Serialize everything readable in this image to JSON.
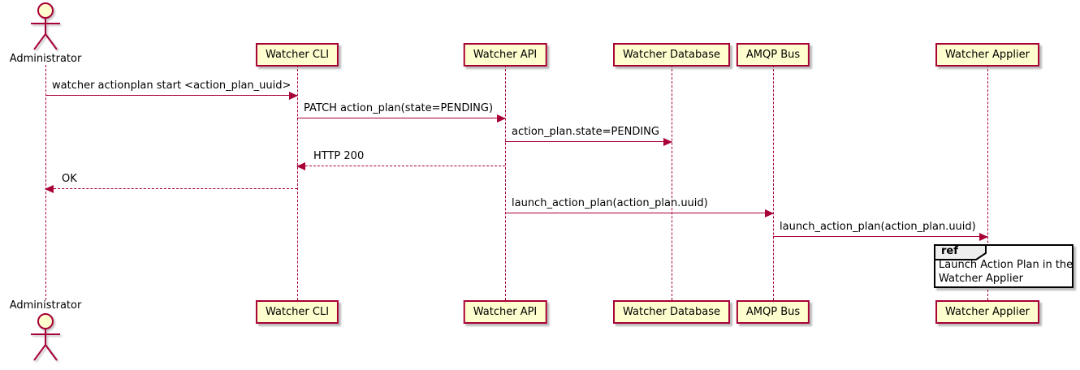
{
  "diagram": {
    "type": "sequence",
    "actor": {
      "name": "Administrator"
    },
    "participants": [
      {
        "name": "Watcher CLI"
      },
      {
        "name": "Watcher API"
      },
      {
        "name": "Watcher Database"
      },
      {
        "name": "AMQP Bus"
      },
      {
        "name": "Watcher Applier"
      }
    ],
    "messages": [
      {
        "label": "watcher actionplan start <action_plan_uuid>",
        "from": "Administrator",
        "to": "Watcher CLI",
        "line": "solid",
        "direction": "right"
      },
      {
        "label": "PATCH action_plan(state=PENDING)",
        "from": "Watcher CLI",
        "to": "Watcher API",
        "line": "solid",
        "direction": "right"
      },
      {
        "label": "action_plan.state=PENDING",
        "from": "Watcher API",
        "to": "Watcher Database",
        "line": "solid",
        "direction": "right"
      },
      {
        "label": "HTTP 200",
        "from": "Watcher API",
        "to": "Watcher CLI",
        "line": "dashed",
        "direction": "left"
      },
      {
        "label": "OK",
        "from": "Watcher CLI",
        "to": "Administrator",
        "line": "dashed",
        "direction": "left"
      },
      {
        "label": "launch_action_plan(action_plan.uuid)",
        "from": "Watcher API",
        "to": "AMQP Bus",
        "line": "solid",
        "direction": "right"
      },
      {
        "label": "launch_action_plan(action_plan.uuid)",
        "from": "AMQP Bus",
        "to": "Watcher Applier",
        "line": "solid",
        "direction": "right"
      }
    ],
    "ref_fragment": {
      "keyword": "ref",
      "lines": [
        "Launch Action Plan in the",
        "Watcher Applier"
      ],
      "over": "Watcher Applier"
    },
    "colors": {
      "participant_fill": "#FEFECE",
      "accent_border": "#A80036",
      "arrow": "#A80036",
      "text": "#000000",
      "ref_border": "#000000",
      "ref_tab_fill": "#EEEEEE",
      "background": "#FFFFFF"
    }
  }
}
